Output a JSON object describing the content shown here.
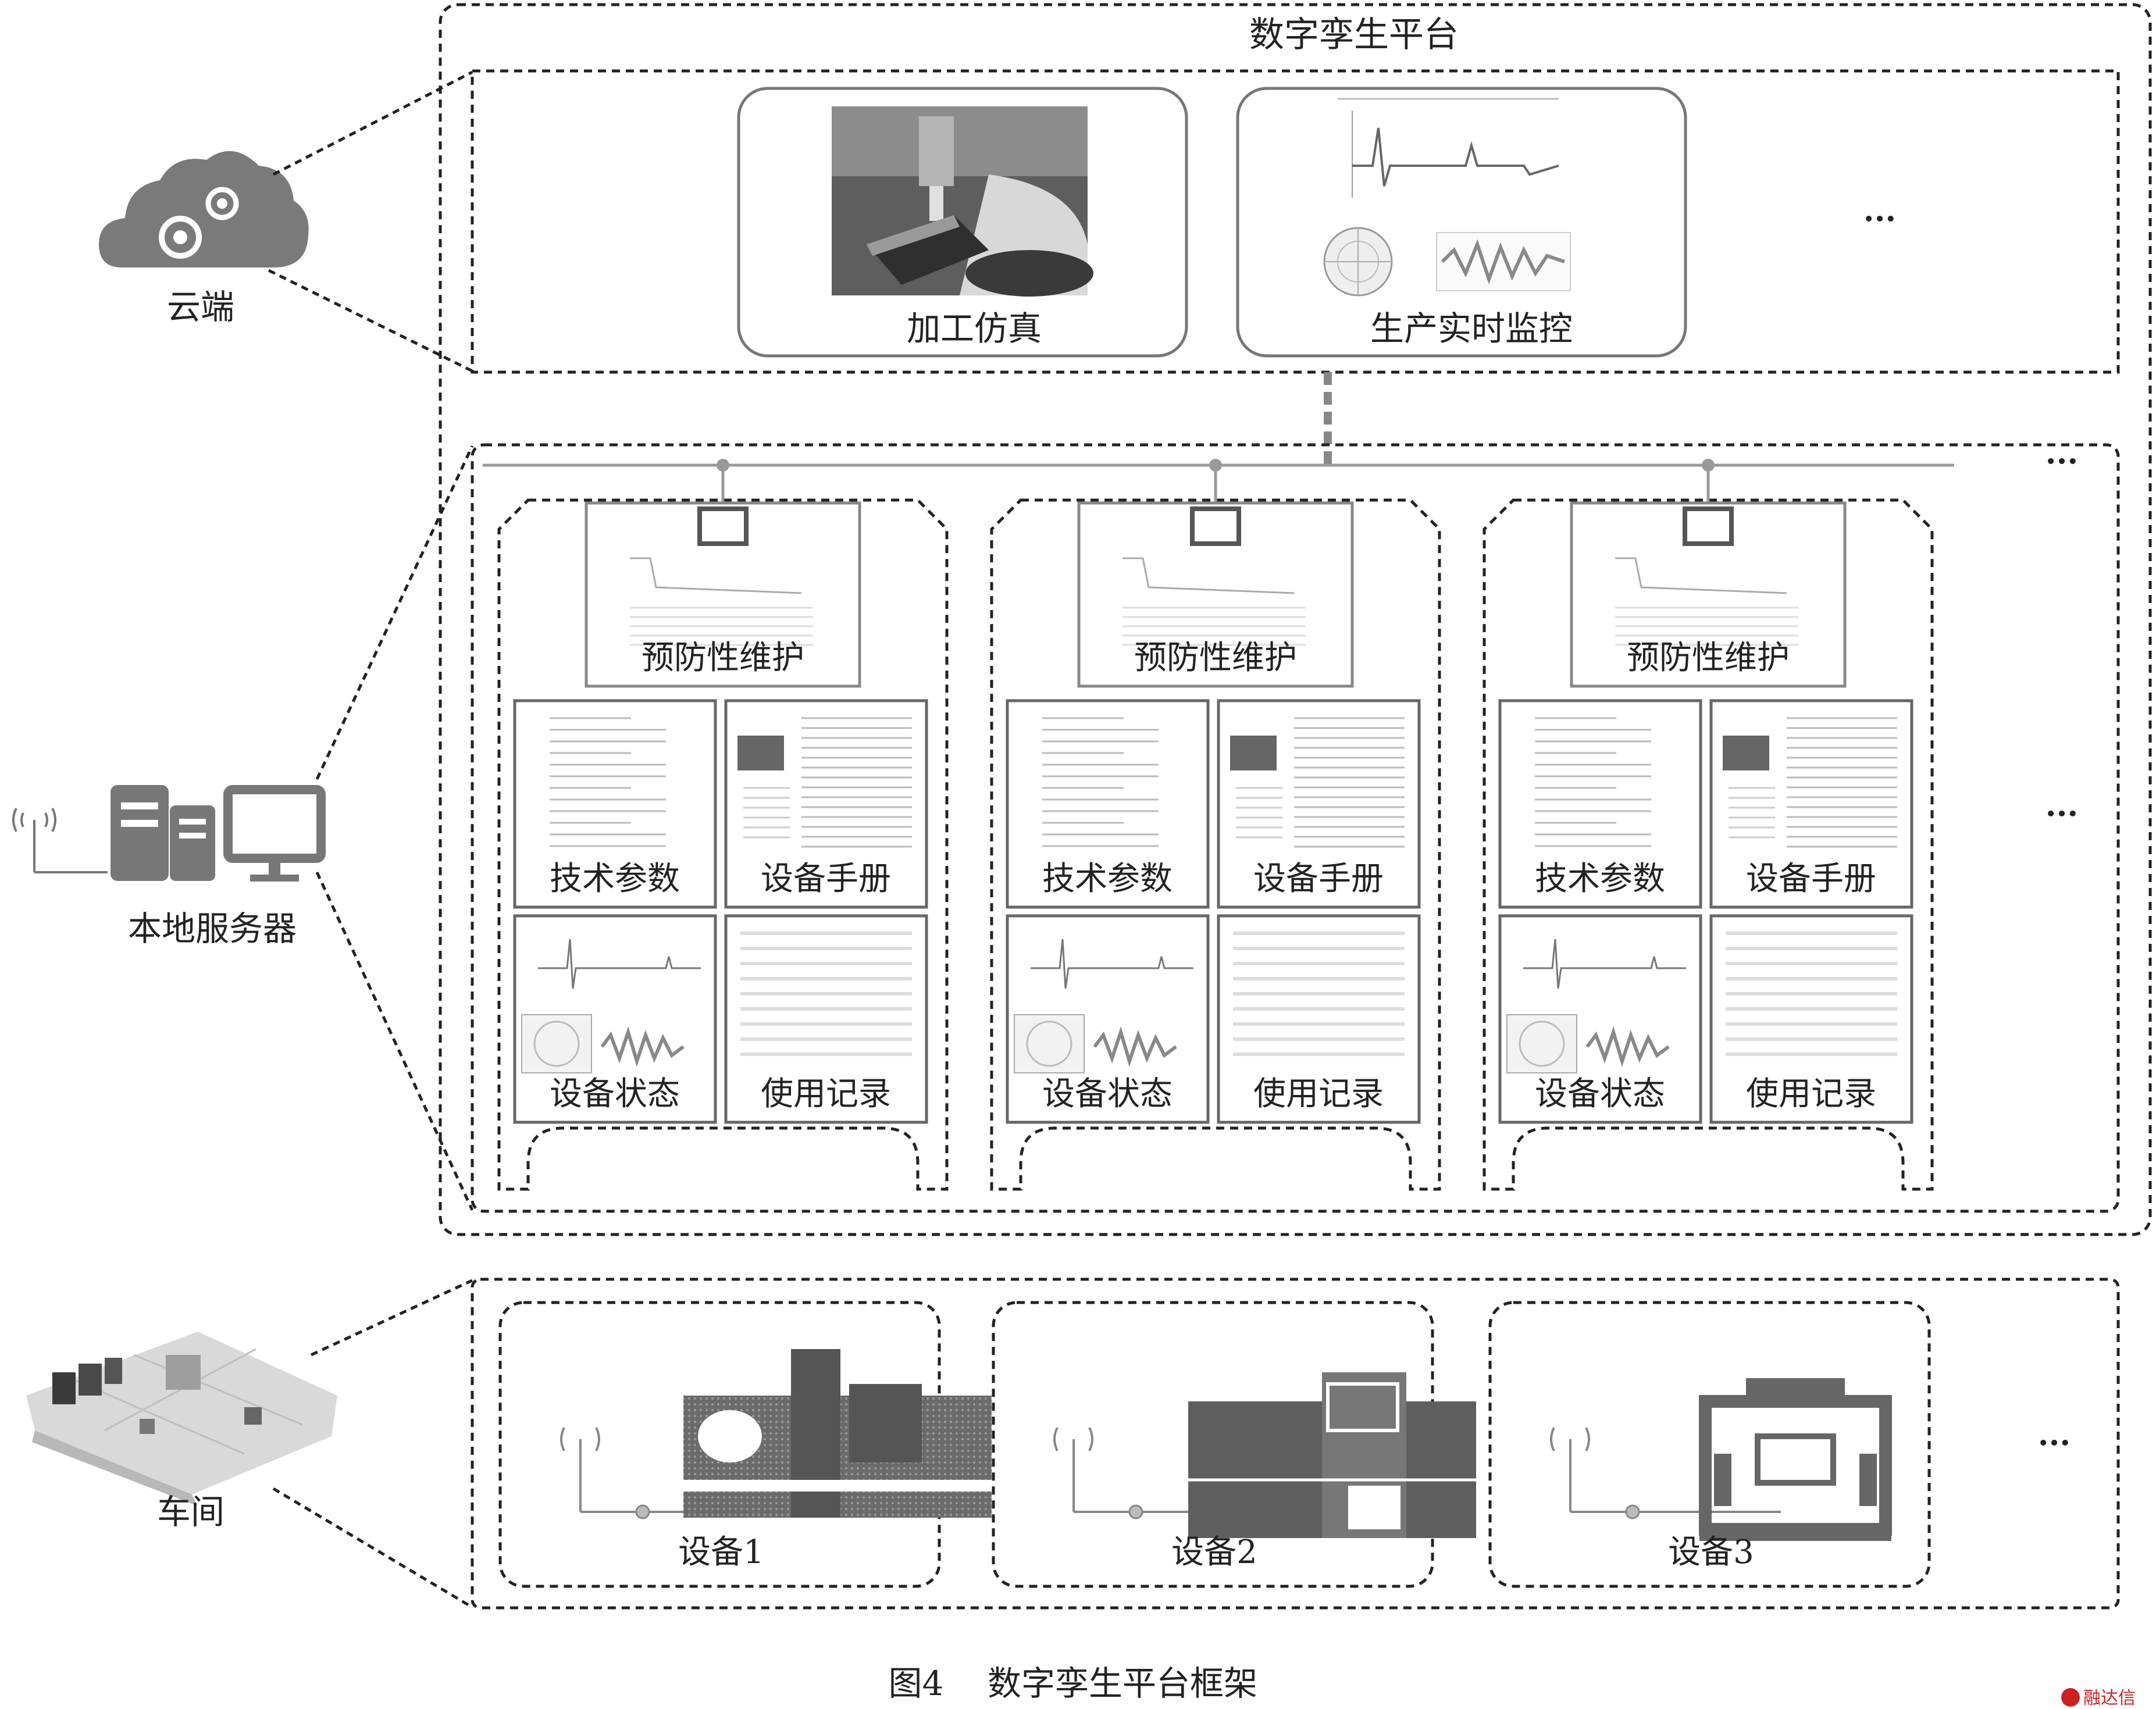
{
  "platform": {
    "title": "数字孪生平台"
  },
  "tiers": {
    "cloud": {
      "label": "云端",
      "icon": "cloud-gears-icon"
    },
    "server": {
      "label": "本地服务器",
      "icon": "server-monitor-icon"
    },
    "workshop": {
      "label": "车间",
      "icon": "factory-floor-icon"
    }
  },
  "cloud_apps": [
    {
      "label": "加工仿真",
      "icon": "machining-simulation-icon"
    },
    {
      "label": "生产实时监控",
      "icon": "monitoring-charts-icon"
    }
  ],
  "ellipsis": "···",
  "twins": [
    {
      "maintenance": "预防性维护",
      "cards": [
        "技术参数",
        "设备手册",
        "设备状态",
        "使用记录"
      ]
    },
    {
      "maintenance": "预防性维护",
      "cards": [
        "技术参数",
        "设备手册",
        "设备状态",
        "使用记录"
      ]
    },
    {
      "maintenance": "预防性维护",
      "cards": [
        "技术参数",
        "设备手册",
        "设备状态",
        "使用记录"
      ]
    }
  ],
  "devices": [
    {
      "label": "设备1",
      "icon": "production-line-icon"
    },
    {
      "label": "设备2",
      "icon": "injection-machine-icon"
    },
    {
      "label": "设备3",
      "icon": "cnc-machine-icon"
    }
  ],
  "caption": {
    "figure": "图4",
    "text": "数字孪生平台框架"
  },
  "watermark": "融达信",
  "colors": {
    "line": "#222222",
    "gray": "#8a8a8a",
    "dark": "#555555"
  }
}
